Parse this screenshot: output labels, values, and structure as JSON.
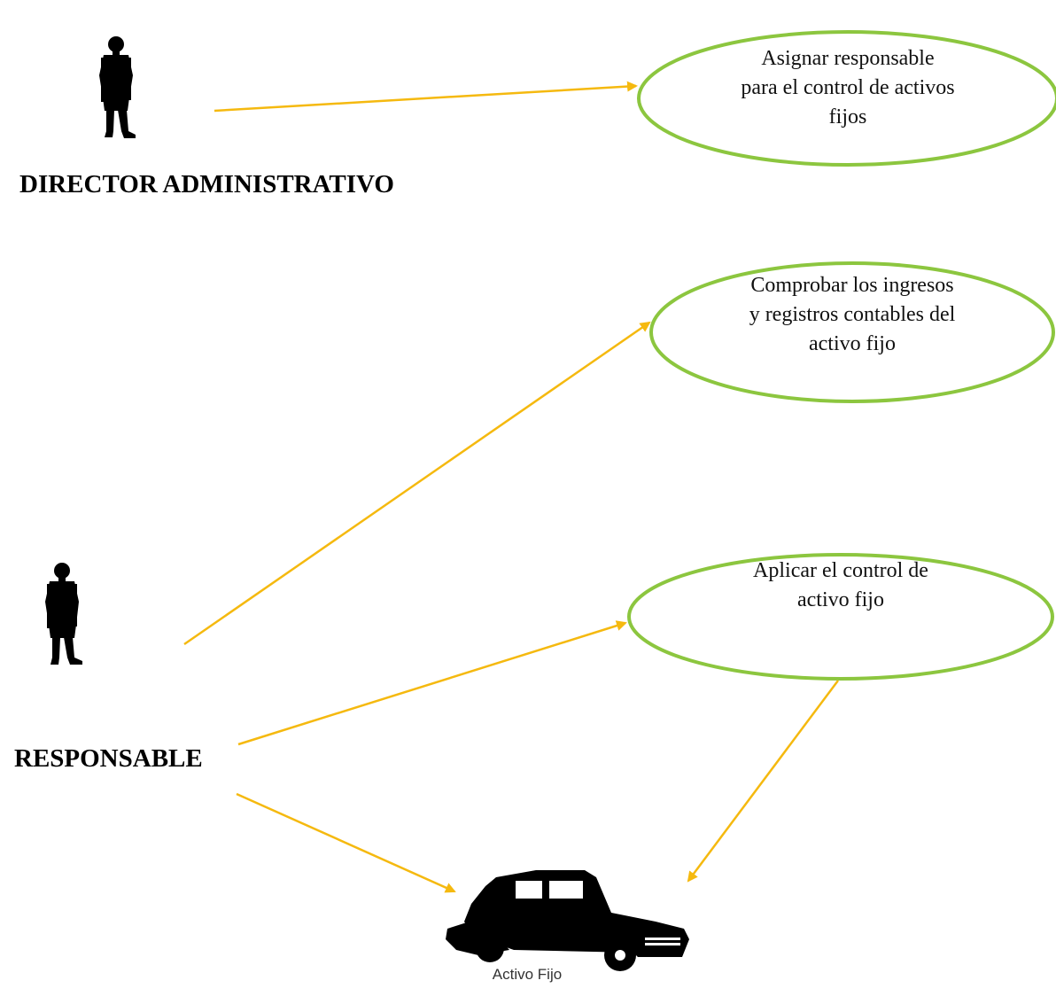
{
  "actors": {
    "director": {
      "label": "DIRECTOR ADMINISTRATIVO",
      "icon": "person-icon"
    },
    "responsable": {
      "label": "RESPONSABLE",
      "icon": "person-icon"
    }
  },
  "use_cases": [
    {
      "id": "uc1",
      "lines": [
        "Asignar responsable",
        "para el control de activos",
        "fijos"
      ]
    },
    {
      "id": "uc2",
      "lines": [
        "Comprobar los ingresos",
        "y registros contables del",
        "activo fijo"
      ]
    },
    {
      "id": "uc3",
      "lines": [
        "Aplicar el control de",
        "activo fijo"
      ]
    }
  ],
  "asset": {
    "caption": "Activo Fijo",
    "icon": "car-icon"
  },
  "colors": {
    "ellipse_border": "#8cc63f",
    "arrow": "#f5b90f",
    "figure": "#000000"
  }
}
